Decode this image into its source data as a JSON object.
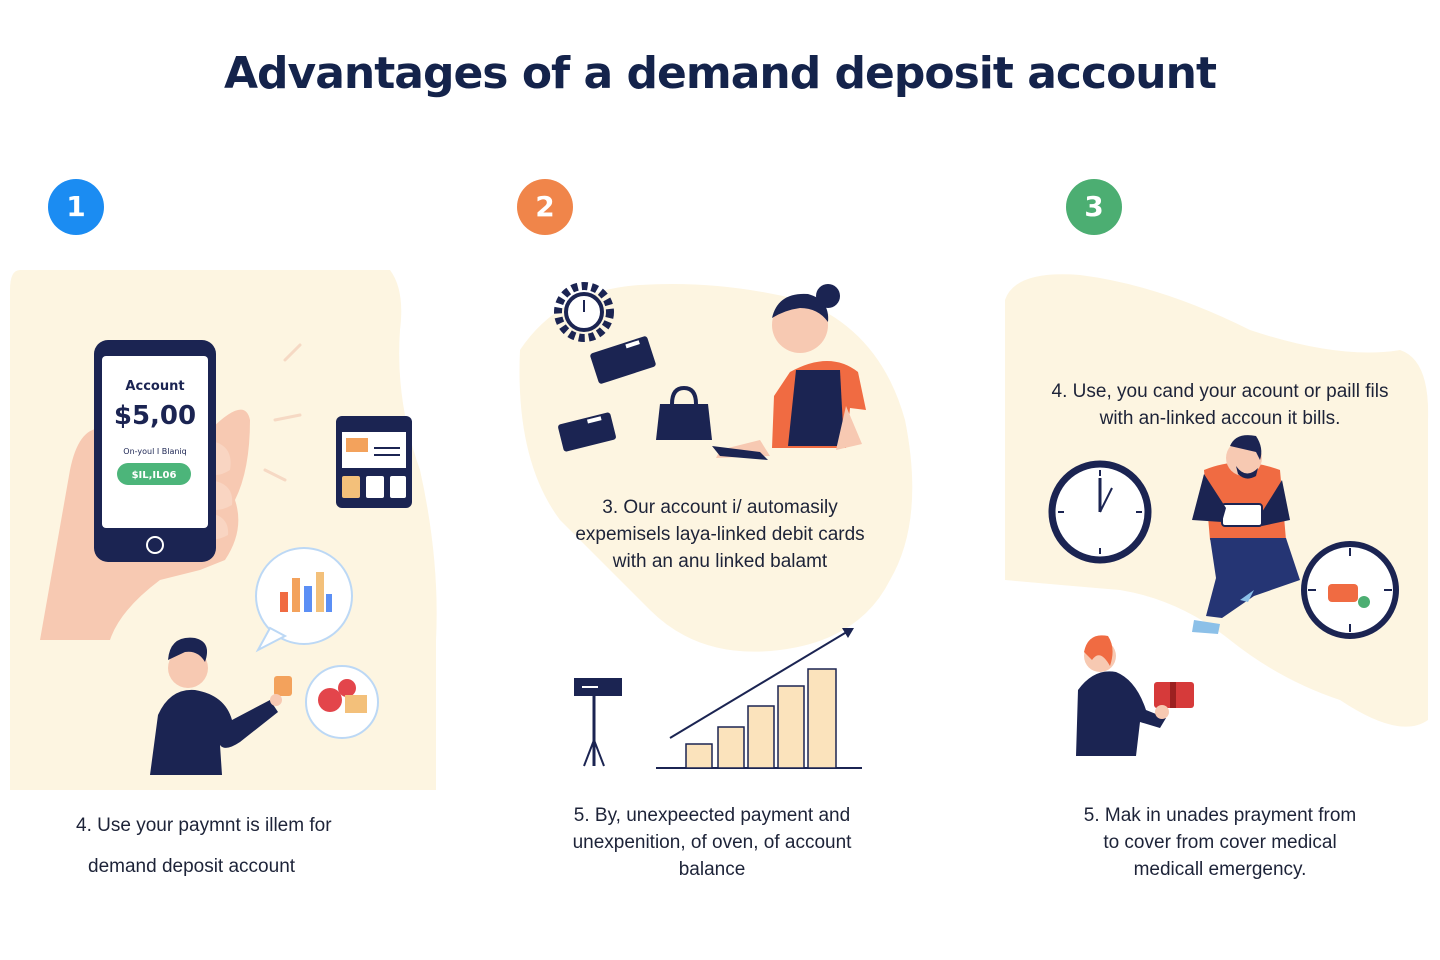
{
  "title": "Advantages of a demand deposit account",
  "colors": {
    "navy": "#1b2452",
    "blob": "#fdf5e1",
    "badge_blue": "#1b8cf2",
    "badge_orange": "#f0854a",
    "badge_green": "#4cae72",
    "accent_orange": "#f06b42",
    "bar_fill": "#fbe3bc"
  },
  "steps": [
    {
      "number": "1",
      "color": "#1b8cf2"
    },
    {
      "number": "2",
      "color": "#f0854a"
    },
    {
      "number": "3",
      "color": "#4cae72"
    }
  ],
  "phone": {
    "account_label": "Account",
    "balance": "$5,00",
    "sub_label": "On-youl I Blaniq",
    "button_label": "$IL,IL06"
  },
  "captions": {
    "panel1_bottom_line1": "4. Use your paymnt is illem for",
    "panel1_bottom_line2": "demand deposit account",
    "panel2_middle_line1": "3. Our account i/ automasily",
    "panel2_middle_line2": "expemisels laya-linked debit cards",
    "panel2_middle_line3": "with an anu linked balamt",
    "panel2_bottom_line1": "5. By, unexpeected payment and",
    "panel2_bottom_line2": "unexpenition, of oven, of account",
    "panel2_bottom_line3": "balance",
    "panel3_top_line1": "4. Use, you cand your acount or paill fils",
    "panel3_top_line2": "with an-linked accoun it bills.",
    "panel3_bottom_line1": "5. Mak in unades prayment from",
    "panel3_bottom_line2": "to cover from cover medical",
    "panel3_bottom_line3": "medicall emergency."
  }
}
